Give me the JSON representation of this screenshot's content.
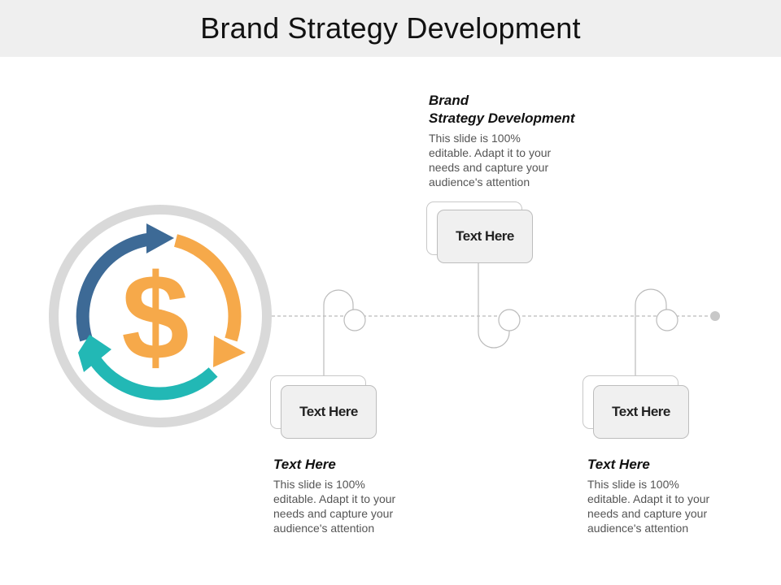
{
  "title": "Brand Strategy Development",
  "icon": {
    "name": "dollar-cycle-icon",
    "symbol": "$"
  },
  "colors": {
    "ring": "#d9d9d9",
    "arrow_blue": "#3d6a96",
    "arrow_orange": "#f6a94a",
    "arrow_teal": "#22b8b5",
    "dollar": "#f6a94a",
    "connector": "#bbbbbb",
    "card_fill": "#f0f0f0"
  },
  "steps": [
    {
      "card_label": "Text Here",
      "heading": "Text Here",
      "description": "This slide is 100% editable. Adapt it to your needs and capture your audience's attention"
    },
    {
      "card_label": "Text Here",
      "heading_line1": "Brand",
      "heading_line2": "Strategy Development",
      "description": "This slide is 100% editable. Adapt it to your needs and capture your audience's attention"
    },
    {
      "card_label": "Text Here",
      "heading": "Text Here",
      "description": "This slide is 100% editable. Adapt it to your needs and capture your audience's attention"
    }
  ]
}
